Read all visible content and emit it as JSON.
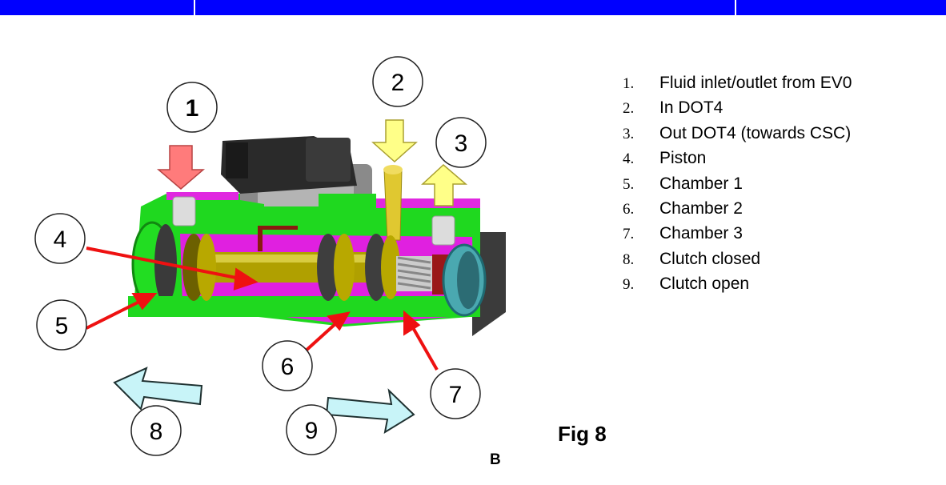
{
  "callouts": [
    "1",
    "2",
    "3",
    "4",
    "5",
    "6",
    "7",
    "8",
    "9"
  ],
  "legend": [
    {
      "num": "1.",
      "text": "Fluid inlet/outlet from EV0"
    },
    {
      "num": "2.",
      "text": "In DOT4"
    },
    {
      "num": "3.",
      "text": "Out DOT4 (towards CSC)"
    },
    {
      "num": "4.",
      "text": "Piston"
    },
    {
      "num": "5.",
      "text": "Chamber 1"
    },
    {
      "num": "6.",
      "text": "Chamber 2"
    },
    {
      "num": "7.",
      "text": "Chamber 3"
    },
    {
      "num": "8.",
      "text": "Clutch closed"
    },
    {
      "num": "9.",
      "text": "Clutch open"
    }
  ],
  "figure_label": "Fig 8",
  "corner_mark": "B",
  "colors": {
    "header_bar": "#0000ff",
    "housing": "#22dd22",
    "chamber": "#ee22ee",
    "piston": "#b8a800",
    "inlet_arrow": "#ff7b7b",
    "flow_arrow": "#ffff88",
    "clutch_arrow": "#c8f4f8",
    "leader": "#ee1111"
  }
}
